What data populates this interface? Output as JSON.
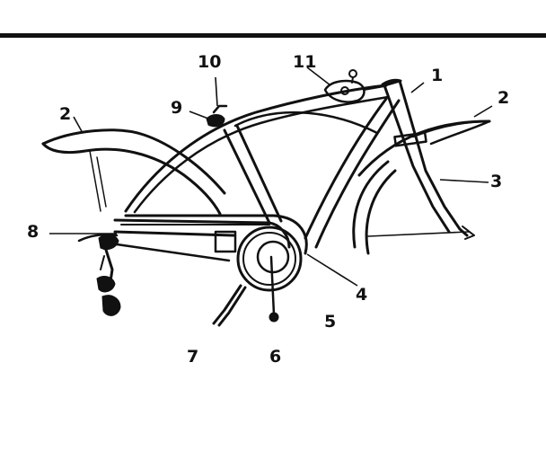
{
  "diagram": {
    "callouts": [
      {
        "id": "1",
        "text": "1"
      },
      {
        "id": "2a",
        "text": "2"
      },
      {
        "id": "2b",
        "text": "2"
      },
      {
        "id": "3",
        "text": "3"
      },
      {
        "id": "4",
        "text": "4"
      },
      {
        "id": "5",
        "text": "5"
      },
      {
        "id": "6",
        "text": "6"
      },
      {
        "id": "7",
        "text": "7"
      },
      {
        "id": "8",
        "text": "8"
      },
      {
        "id": "9",
        "text": "9"
      },
      {
        "id": "10",
        "text": "10"
      },
      {
        "id": "11",
        "text": "11"
      }
    ]
  }
}
